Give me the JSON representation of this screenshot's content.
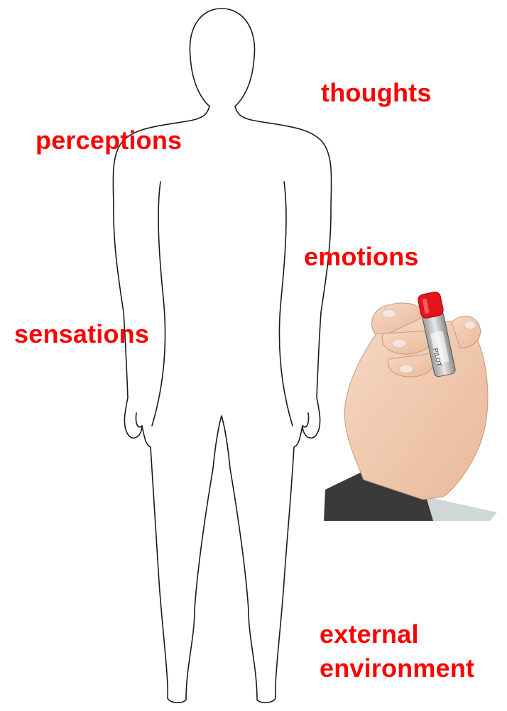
{
  "labels": {
    "thoughts": "thoughts",
    "perceptions": "perceptions",
    "emotions": "emotions",
    "sensations": "sensations",
    "external_line1": "external",
    "external_line2": "environment"
  },
  "colors": {
    "label": "#ff0000",
    "outline": "#1a1a1a",
    "skin": "#f1cdb4",
    "marker_body": "#e8e8e8",
    "marker_cap": "#e3141b",
    "sleeve": "#3a3a3a"
  },
  "icons": {
    "figure": "human-body-outline",
    "hand": "hand-holding-marker"
  }
}
